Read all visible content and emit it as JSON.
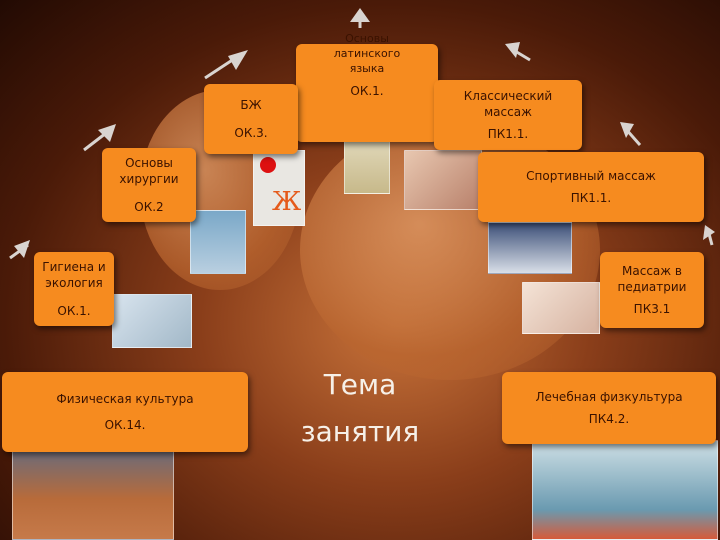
{
  "center": {
    "line1": "Тема",
    "line2": "занятия"
  },
  "nodes": {
    "latin": {
      "title": "Основы латинского языка",
      "code": "ОК.1."
    },
    "bzh": {
      "title": "БЖ",
      "code": "ОК.3."
    },
    "classic": {
      "title": "Классический массаж",
      "code": "ПК1.1."
    },
    "surgery": {
      "title": "Основы хирургии",
      "code": "ОК.2"
    },
    "sport": {
      "title": "Спортивный массаж",
      "code": "ПК1.1."
    },
    "hygiene": {
      "title": "Гигиена и экология",
      "code": "ОК.1."
    },
    "pediatrics": {
      "title": "Массаж  в педиатрии",
      "code": "ПК3.1"
    },
    "phys": {
      "title": "Физическая культура",
      "code": "ОК.14."
    },
    "lfk": {
      "title": "Лечебная физкультура",
      "code": "ПК4.2."
    }
  },
  "colors": {
    "box": "#f68b1f",
    "arrow": "#d9d4d0"
  }
}
